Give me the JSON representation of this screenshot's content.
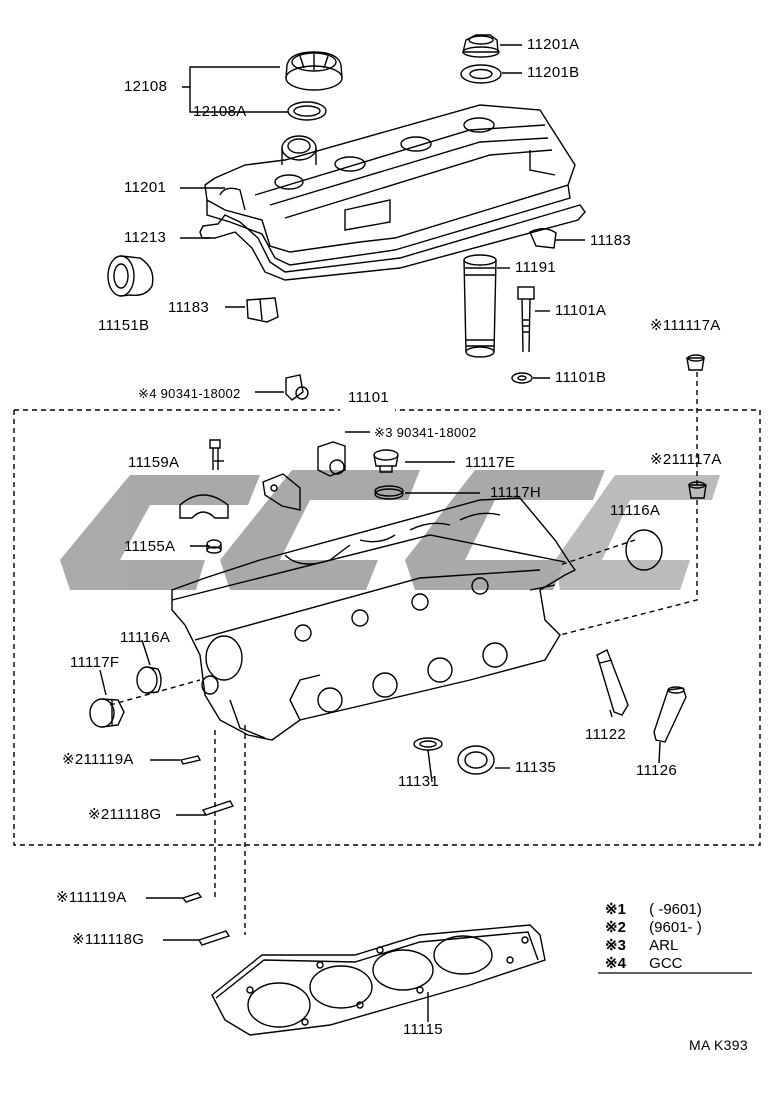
{
  "labels": {
    "p12108": "12108",
    "p12108A": "12108A",
    "p11201A": "11201A",
    "p11201B": "11201B",
    "p11201": "11201",
    "p11213": "11213",
    "p11183_r": "11183",
    "p11183_l": "11183",
    "p11151B": "11151B",
    "p11191": "11191",
    "p11101A": "11101A",
    "p11101B": "11101B",
    "p11117A_top": "※111117A",
    "p90341_gcc": "※4 90341-18002",
    "p11101": "11101",
    "p90341_arl": "※3 90341-18002",
    "p11159A": "11159A",
    "p11117E": "11117E",
    "p11117A_mid": "※211117A",
    "p11117H": "11117H",
    "p11116A_r": "11116A",
    "p11155A": "11155A",
    "p11116A_l": "11116A",
    "p11117F": "11117F",
    "p11119A_2": "※211119A",
    "p11118G_2": "※211118G",
    "p11122": "11122",
    "p11131": "11131",
    "p11135": "11135",
    "p11126": "11126",
    "p11119A_1": "※111119A",
    "p11118G_1": "※111118G",
    "p11115": "11115"
  },
  "notes": [
    {
      "key": "※1",
      "value": "(        -9601)"
    },
    {
      "key": "※2",
      "value": "(9601-        )"
    },
    {
      "key": "※3",
      "value": "ARL"
    },
    {
      "key": "※4",
      "value": "GCC"
    }
  ],
  "diagram_code": "MA K393",
  "watermark_text": "GCC"
}
